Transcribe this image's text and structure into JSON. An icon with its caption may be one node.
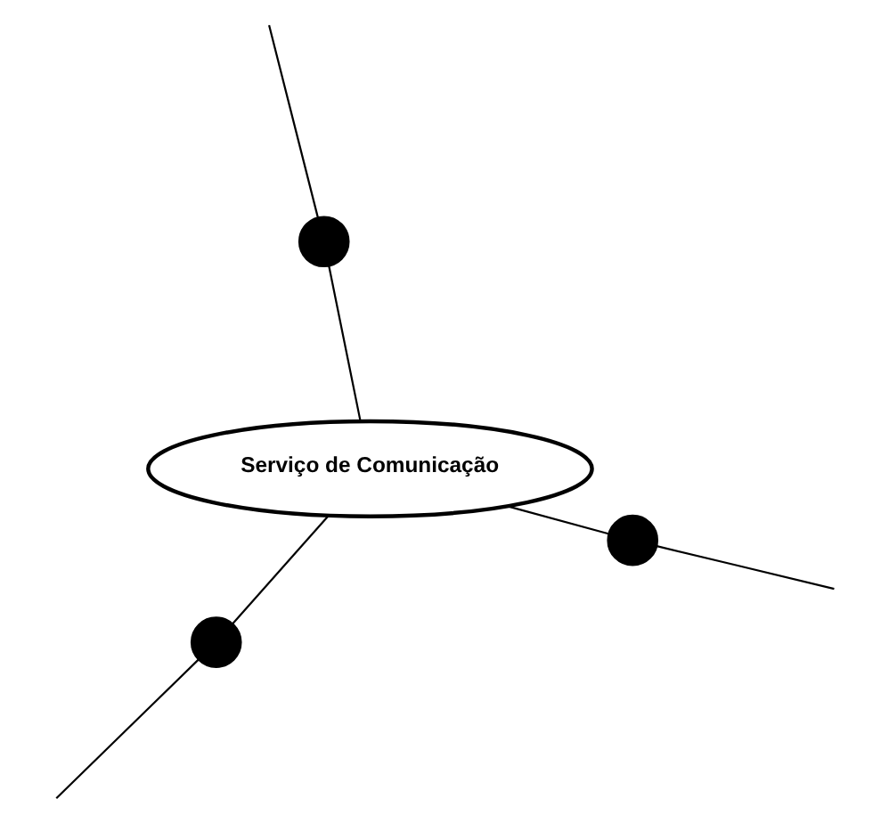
{
  "diagram": {
    "nodes": [
      {
        "text": [],
        "shape": "circle"
      },
      {
        "text": [],
        "shape": "circle"
      },
      {
        "text": [
          "Serviço de Comunicação"
        ]
      },
      {
        "text": [],
        "shape": "circle"
      }
    ],
    "edges": [
      {
        "from": 0,
        "to": null,
        "arrow": "none"
      },
      {
        "from": 0,
        "to": 2,
        "arrow": "none"
      },
      {
        "from": 1,
        "to": null,
        "arrow": "none"
      },
      {
        "from": 1,
        "to": 2,
        "arrow": "none"
      },
      {
        "from": 3,
        "to": 2,
        "arrow": "none"
      },
      {
        "from": 3,
        "to": null,
        "arrow": "none"
      }
    ]
  }
}
